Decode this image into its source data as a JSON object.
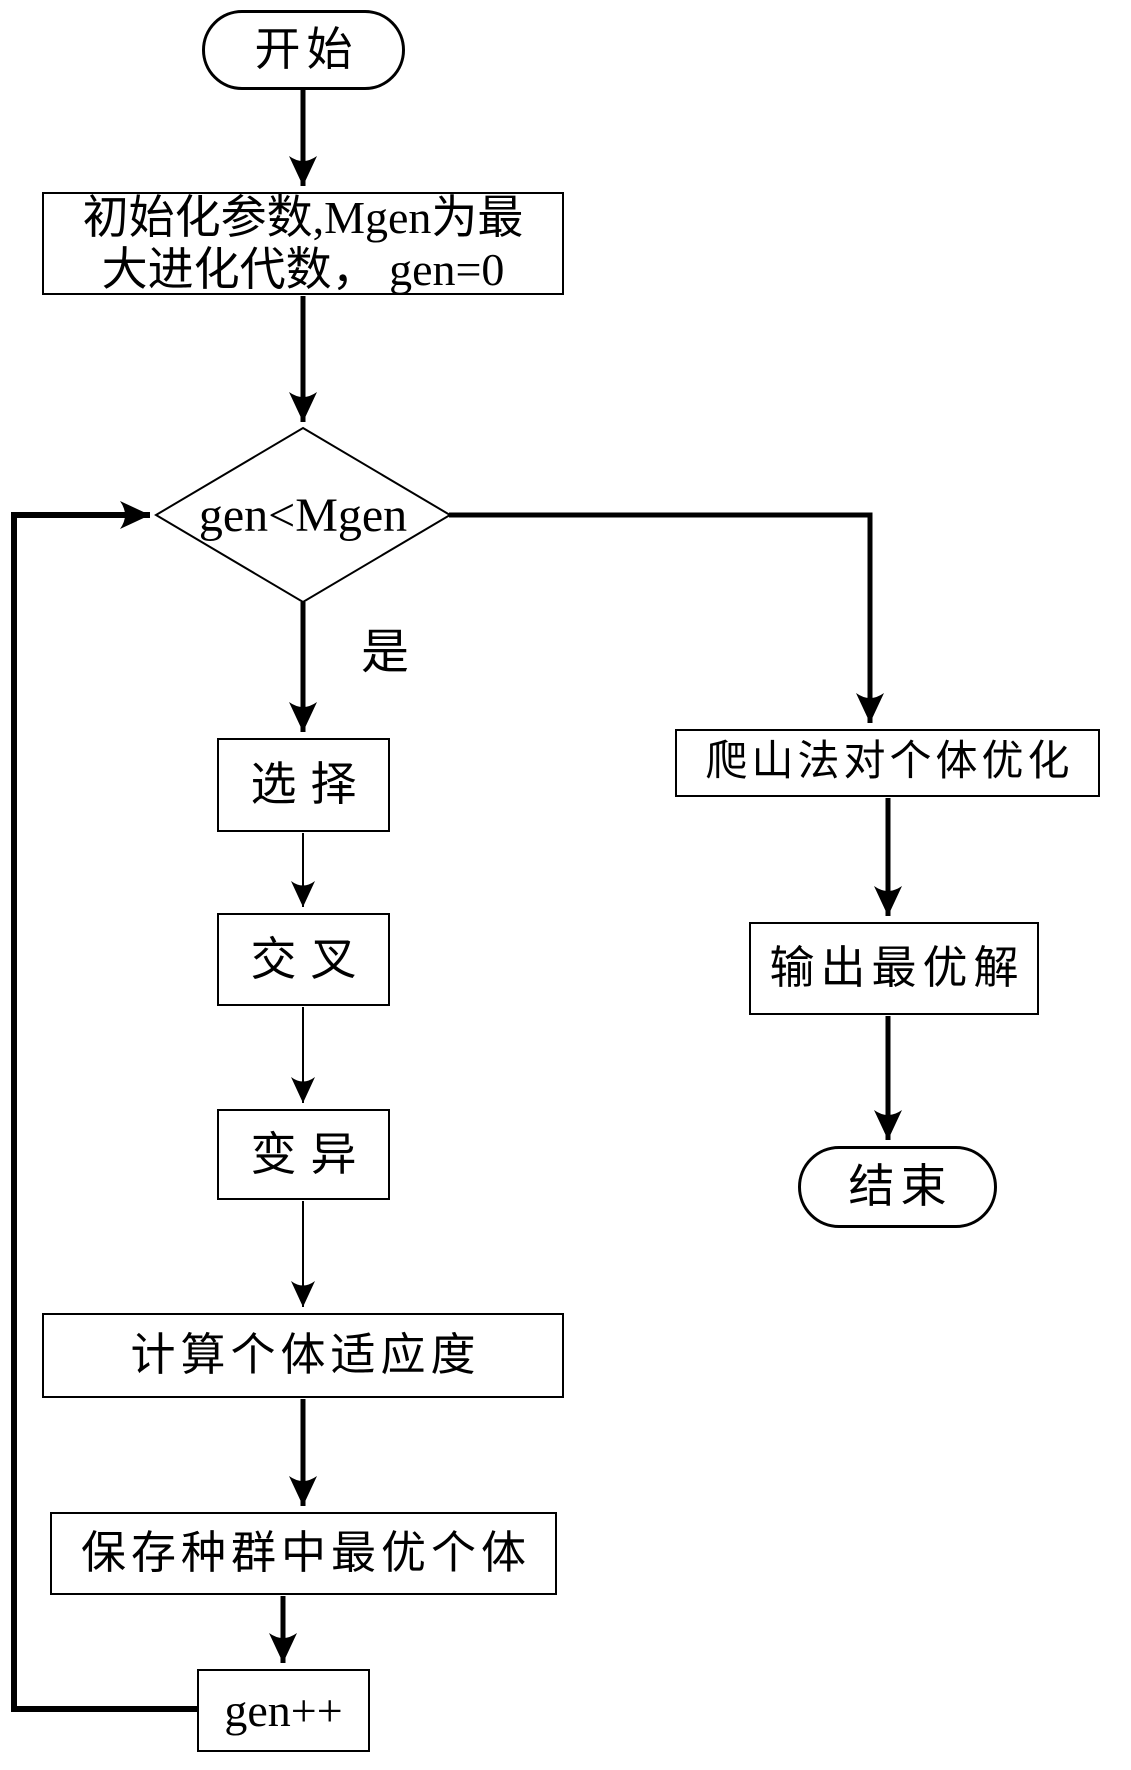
{
  "figure": {
    "type": "flowchart",
    "colors": {
      "background": "#ffffff",
      "stroke": "#000000",
      "text": "#000000"
    },
    "nodes": {
      "start": {
        "label": "开始",
        "shape": "stadium"
      },
      "init": {
        "line1": "初始化参数,Mgen为最",
        "line2": "大进化代数， gen=0",
        "shape": "process"
      },
      "condition": {
        "label": "gen<Mgen",
        "shape": "decision"
      },
      "branch_yes": {
        "label": "是"
      },
      "select": {
        "label": "选择",
        "shape": "process"
      },
      "crossover": {
        "label": "交叉",
        "shape": "process"
      },
      "mutation": {
        "label": "变异",
        "shape": "process"
      },
      "fitness": {
        "label": "计算个体适应度",
        "shape": "process"
      },
      "save_best": {
        "label": "保存种群中最优个体",
        "shape": "process"
      },
      "increment": {
        "label": "gen++",
        "shape": "process"
      },
      "hill_climb": {
        "label": "爬山法对个体优化",
        "shape": "process"
      },
      "output": {
        "label": "输出最优解",
        "shape": "process"
      },
      "end": {
        "label": "结束",
        "shape": "stadium"
      }
    },
    "edges": [
      {
        "from": "start",
        "to": "init"
      },
      {
        "from": "init",
        "to": "condition"
      },
      {
        "from": "condition",
        "to": "select",
        "label": "是"
      },
      {
        "from": "select",
        "to": "crossover"
      },
      {
        "from": "crossover",
        "to": "mutation"
      },
      {
        "from": "mutation",
        "to": "fitness"
      },
      {
        "from": "fitness",
        "to": "save_best"
      },
      {
        "from": "save_best",
        "to": "increment"
      },
      {
        "from": "increment",
        "to": "condition"
      },
      {
        "from": "condition",
        "to": "hill_climb"
      },
      {
        "from": "hill_climb",
        "to": "output"
      },
      {
        "from": "output",
        "to": "end"
      }
    ]
  }
}
